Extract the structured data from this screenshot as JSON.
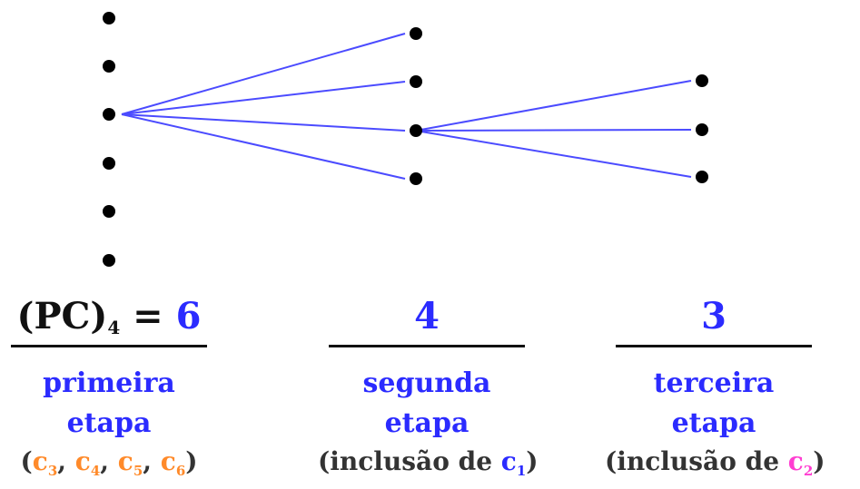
{
  "colors": {
    "edge": "#4b4bff",
    "dot": "#000000",
    "count": "#2b2bff",
    "stage_label": "#2b2bff",
    "c_orange": "#ff8a2a",
    "c_blue": "#2b2bff",
    "c_magenta": "#ff3dd1"
  },
  "stages": [
    {
      "count_prefix": "(PC)",
      "count_subscript": "4",
      "count_equals": " = ",
      "count_value": "6",
      "label_line1": "primeira",
      "label_line2": "etapa",
      "note": {
        "open": "(",
        "items": [
          {
            "letter": "c",
            "sub": "3",
            "sep": ", "
          },
          {
            "letter": "c",
            "sub": "4",
            "sep": ", "
          },
          {
            "letter": "c",
            "sub": "5",
            "sep": ", "
          },
          {
            "letter": "c",
            "sub": "6",
            "sep": ""
          }
        ],
        "close": ")"
      }
    },
    {
      "count_value": "4",
      "label_line1": "segunda",
      "label_line2": "etapa",
      "note": {
        "prefix": "(inclusão de ",
        "letter": "c",
        "sub": "1",
        "close": ")"
      }
    },
    {
      "count_value": "3",
      "label_line1": "terceira",
      "label_line2": "etapa",
      "note": {
        "prefix": "(inclusão de ",
        "letter": "c",
        "sub": "2",
        "close": ")"
      }
    }
  ]
}
